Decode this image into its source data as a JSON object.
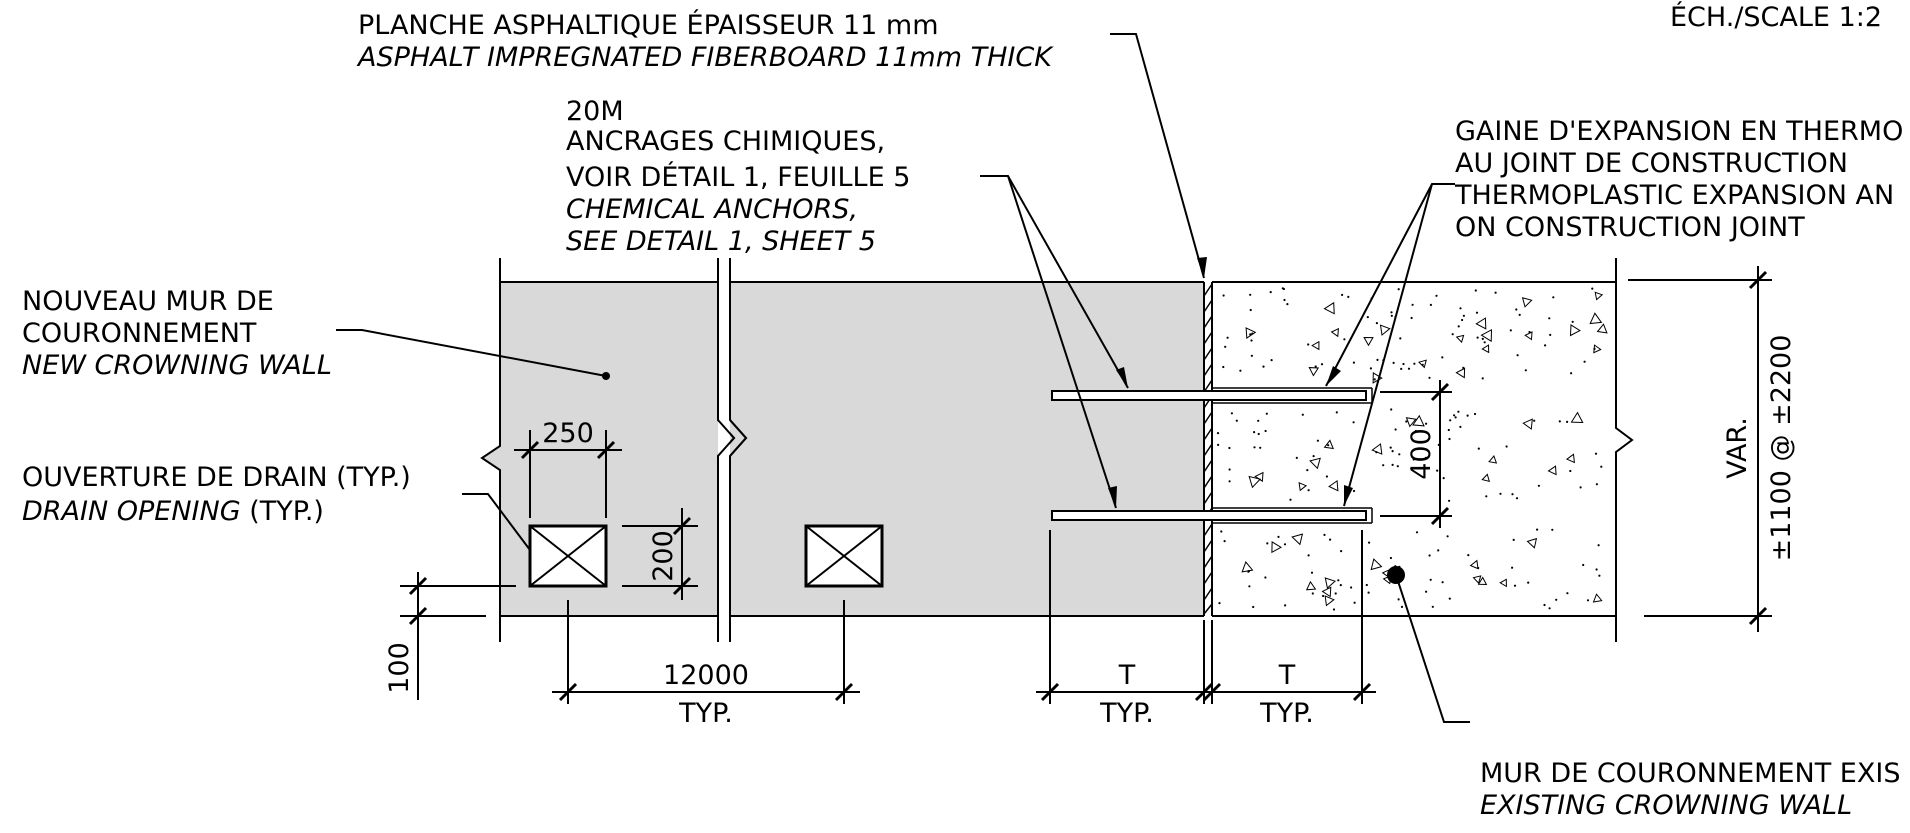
{
  "scale_label": "ÉCH./SCALE 1:2",
  "notes": {
    "fiberboard_fr": "PLANCHE ASPHALTIQUE ÉPAISSEUR 11 mm",
    "fiberboard_en": "ASPHALT IMPREGNATED FIBERBOARD 11mm THICK",
    "anchor_size": "20M",
    "anchors_fr_1": "ANCRAGES CHIMIQUES,",
    "anchors_fr_2": "VOIR DÉTAIL 1, FEUILLE 5",
    "anchors_en_1": "CHEMICAL ANCHORS,",
    "anchors_en_2": "SEE DETAIL 1, SHEET 5",
    "sleeve_fr_1": "GAINE D'EXPANSION EN THERMO",
    "sleeve_fr_2": "AU JOINT DE CONSTRUCTION",
    "sleeve_en_1": "THERMOPLASTIC EXPANSION AN",
    "sleeve_en_2": "ON CONSTRUCTION JOINT",
    "new_wall_fr_1": "NOUVEAU MUR DE",
    "new_wall_fr_2": "COURONNEMENT",
    "new_wall_en": "NEW CROWNING WALL",
    "drain_fr": "OUVERTURE DE DRAIN (TYP.)",
    "drain_en": "DRAIN OPENING",
    "drain_en_typ": " (TYP.)",
    "existing_fr": "MUR DE COURONNEMENT EXIS",
    "existing_en": "EXISTING CROWNING WALL"
  },
  "dimensions": {
    "d250": "250",
    "d200": "200",
    "d100": "100",
    "d12000": "12000",
    "typ": "TYP.",
    "t": "T",
    "d400": "400",
    "var": "VAR.",
    "range": "±1100 @ ±2200"
  },
  "colors": {
    "new_wall_fill": "#d9d9d9",
    "line": "#000000"
  }
}
